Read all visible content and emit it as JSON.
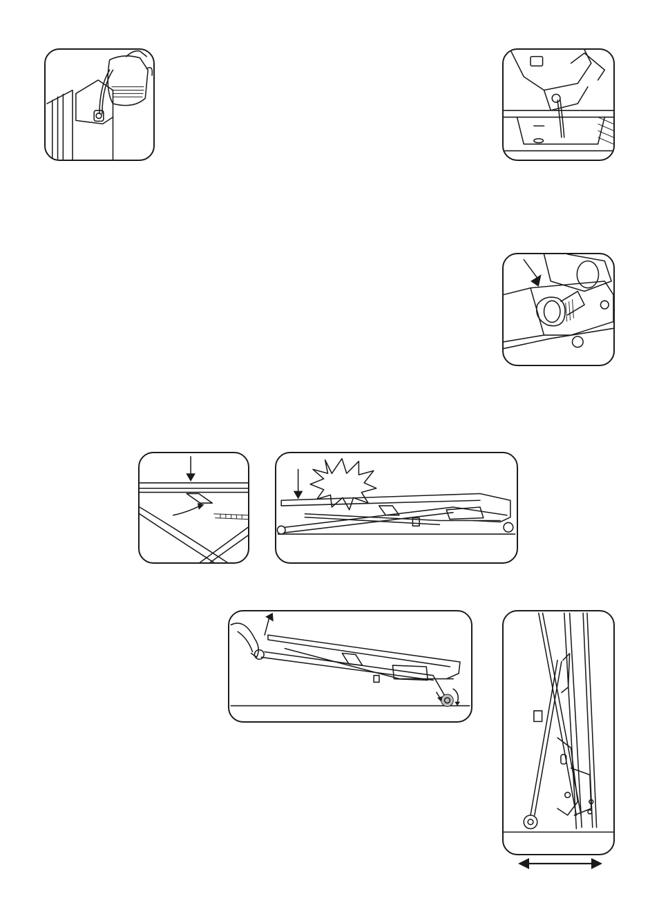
{
  "page": {
    "figures": [
      {
        "id": "fill-water-tank",
        "icon": "jug-pouring-water-illustration"
      },
      {
        "id": "empty-water-tank",
        "icon": "tank-draining-into-sink-illustration"
      },
      {
        "id": "open-boiler-compartment",
        "icon": "open-lid-compartment-illustration"
      },
      {
        "id": "release-lever",
        "icon": "board-lever-release-illustration"
      },
      {
        "id": "press-board-down",
        "icon": "folded-board-press-illustration"
      },
      {
        "id": "lift-and-roll",
        "icon": "board-tilt-on-wheels-illustration"
      },
      {
        "id": "store-upright",
        "icon": "upright-stored-board-illustration"
      }
    ]
  }
}
